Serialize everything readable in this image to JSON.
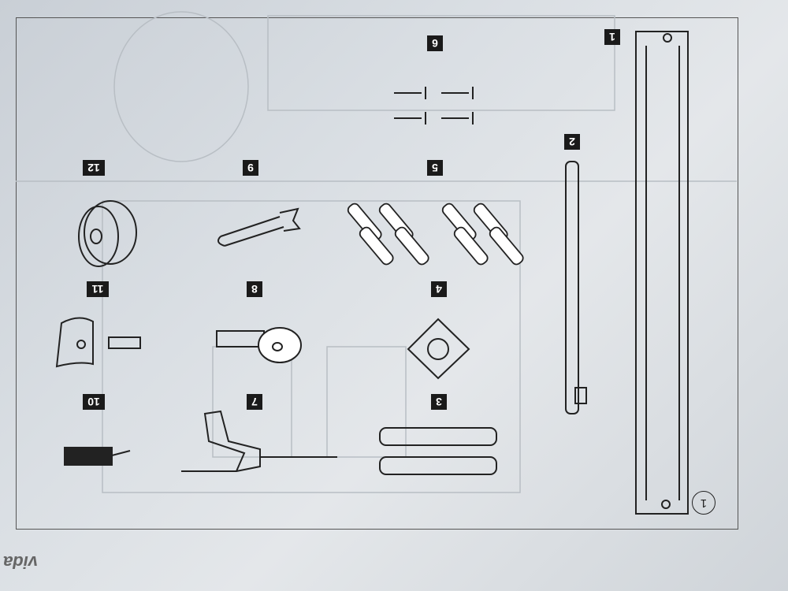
{
  "parts": [
    {
      "number": "1",
      "name": "gate-frame"
    },
    {
      "number": "2",
      "name": "bar"
    },
    {
      "number": "3",
      "name": "brackets"
    },
    {
      "number": "4",
      "name": "mounting-plate"
    },
    {
      "number": "5",
      "name": "bolts"
    },
    {
      "number": "6",
      "name": "screws"
    },
    {
      "number": "7",
      "name": "drill"
    },
    {
      "number": "8",
      "name": "tape-measure"
    },
    {
      "number": "9",
      "name": "wrench"
    },
    {
      "number": "10",
      "name": "spirit-level"
    },
    {
      "number": "11",
      "name": "cap-and-screw"
    },
    {
      "number": "12",
      "name": "wall-cup"
    }
  ],
  "step_number": "1",
  "logo": "vida"
}
